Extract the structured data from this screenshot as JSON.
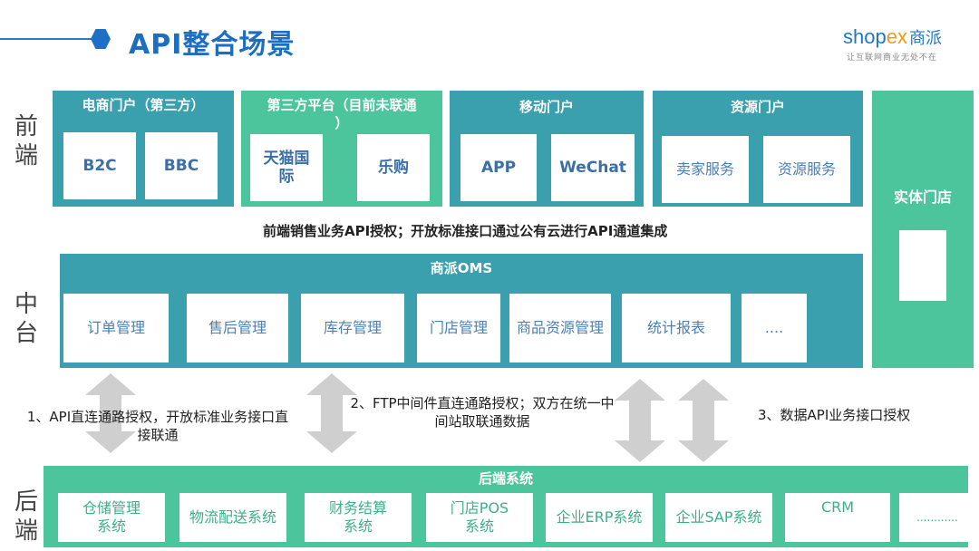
{
  "header": {
    "title": "API整合场景",
    "logo_prefix": "shop",
    "logo_ex": "ex",
    "logo_cn": "商派",
    "slogan": "让互联网商业无处不在"
  },
  "side_labels": {
    "front": "前端",
    "middle": "中台",
    "back": "后端"
  },
  "front": {
    "ecommerce": {
      "title": "电商门户（第三方）",
      "items": [
        "B2C",
        "BBC"
      ]
    },
    "third_party": {
      "title_line1": "第三方平台（目前未联通",
      "title_line2": "）",
      "items": [
        "天猫国际",
        "乐购"
      ]
    },
    "mobile": {
      "title": "移动门户",
      "items": [
        "APP",
        "WeChat"
      ]
    },
    "resource": {
      "title": "资源门户",
      "items": [
        "卖家服务",
        "资源服务"
      ]
    },
    "store": {
      "title": "实体门店"
    }
  },
  "front_caption": "前端销售业务API授权；开放标准接口通过公有云进行API通道集成",
  "oms": {
    "title": "商派OMS",
    "items": [
      "订单管理",
      "售后管理",
      "库存管理",
      "门店管理",
      "商品资源管理",
      "统计报表",
      "...."
    ]
  },
  "notes": {
    "n1": "1、API直连通路授权，开放标准业务接口直接联通",
    "n2": "2、FTP中间件直连通路授权；双方在统一中间站取联通数据",
    "n3": "3、数据API业务接口授权"
  },
  "backend": {
    "title": "后端系统",
    "items": [
      "仓储管理系统",
      "物流配送系统",
      "财务结算系统",
      "门店POS系统",
      "企业ERP系统",
      "企业SAP系统",
      "CRM",
      "............"
    ]
  },
  "colors": {
    "teal": "#3aa0ad",
    "green": "#4cc49c",
    "title_blue": "#1d6ec0"
  }
}
